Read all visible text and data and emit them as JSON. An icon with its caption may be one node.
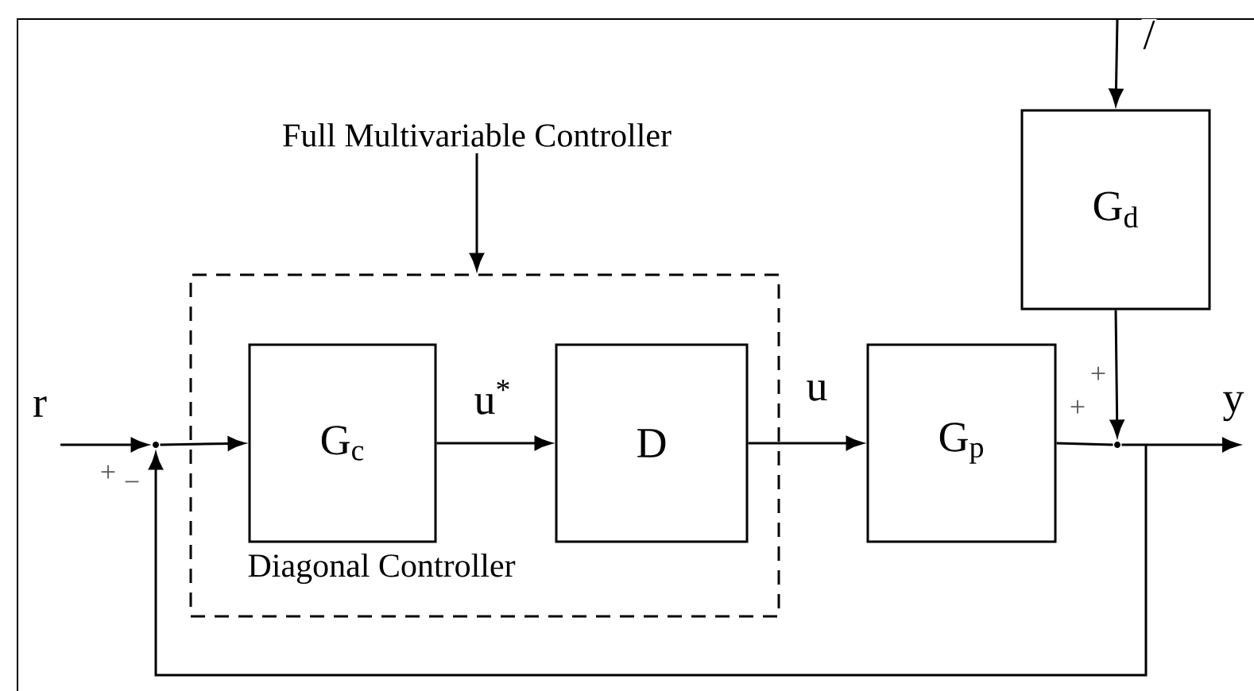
{
  "diagram": {
    "nodes": [
      {
        "text": [
          "Full Multivariable Controller"
        ]
      },
      {
        "text": [
          "Diagonal Controller"
        ]
      },
      {
        "text": [
          "G$_{c}$"
        ],
        "in": 1
      },
      {
        "text": [
          "D"
        ],
        "in": 1
      },
      {
        "text": [
          "G$_{p}$"
        ]
      },
      {
        "text": [
          "G$_{d}$"
        ]
      },
      {
        "text": [],
        "shape": "point"
      },
      {
        "text": [],
        "shape": "point"
      }
    ],
    "edges": [
      {
        "from": 0,
        "to": 1,
        "arrow": "to"
      },
      {
        "from": null,
        "to": 6,
        "arrow": "to",
        "label": "r"
      },
      {
        "from": 6,
        "to": 2,
        "arrow": "to"
      },
      {
        "from": 2,
        "to": 3,
        "arrow": "to",
        "label": "u$^{*}$"
      },
      {
        "from": 3,
        "to": 4,
        "arrow": "to",
        "label": "u"
      },
      {
        "from": null,
        "to": 5,
        "arrow": "to",
        "label": "/"
      },
      {
        "from": 5,
        "to": 7,
        "arrow": "to"
      },
      {
        "from": 4,
        "to": 7,
        "arrow": "none"
      },
      {
        "from": 7,
        "to": null,
        "arrow": "to",
        "label": "y"
      },
      {
        "from": 7,
        "to": 6,
        "arrow": "to"
      }
    ],
    "labels": [
      "+",
      "−",
      "+",
      "+"
    ]
  }
}
